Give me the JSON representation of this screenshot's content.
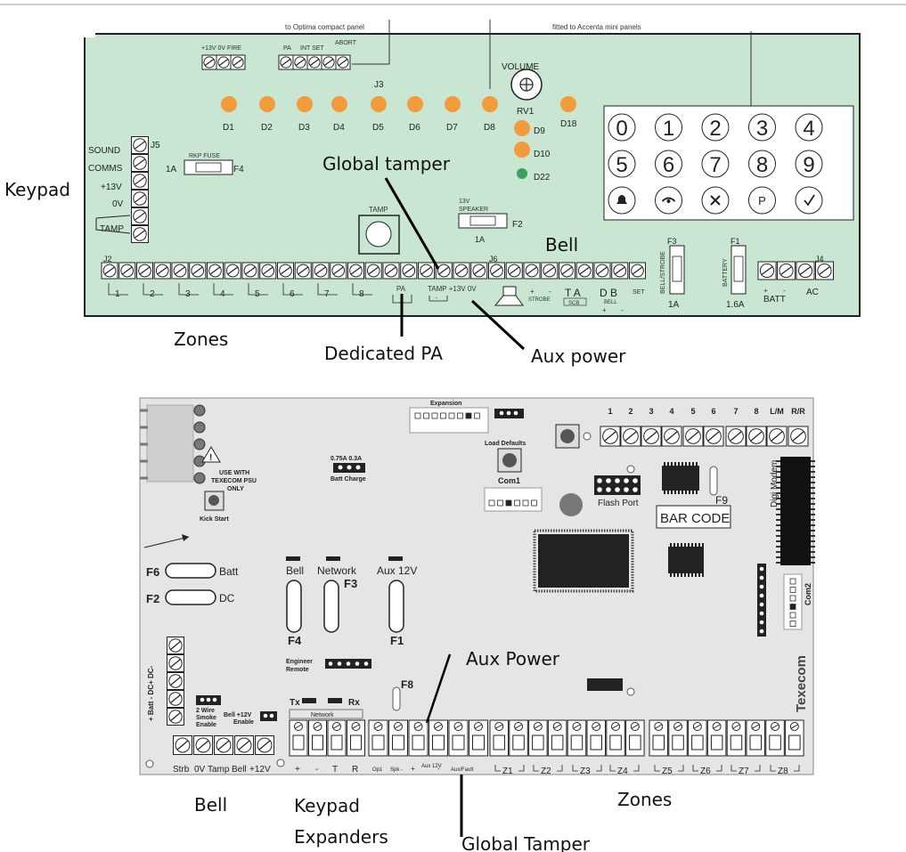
{
  "annotations": {
    "keypad_left": "Keypad",
    "global_tamper_top": "Global tamper",
    "bell_top": "Bell",
    "zones_top": "Zones",
    "dedicated_pa": "Dedicated PA",
    "aux_power_top": "Aux power",
    "aux_power_bottom": "Aux Power",
    "bell_bottom": "Bell",
    "keypad_bottom": "Keypad",
    "expanders_bottom": "Expanders",
    "zones_bottom": "Zones",
    "global_tamper_bottom": "Global Tamper"
  },
  "top_panel": {
    "note_left": "to Optima compact panel",
    "note_right": "fitted to Accenta mini panels",
    "term_a_label": "+13V 0V FIRE",
    "term_b_labels": [
      "PA",
      "INT SET",
      "ABORT"
    ],
    "j3": "J3",
    "volume": "VOLUME",
    "rv1": "RV1",
    "leds": [
      "D1",
      "D2",
      "D3",
      "D4",
      "D5",
      "D6",
      "D7",
      "D8"
    ],
    "d18": "D18",
    "d9": "D9",
    "d10": "D10",
    "d22": "D22",
    "j5_labels": [
      "SOUND",
      "COMMS",
      "+13V",
      "0V",
      "TAMP"
    ],
    "j5": "J5",
    "rkp_fuse": "RKP FUSE",
    "fuse_1a": "1A",
    "f4": "F4",
    "tamp": "TAMP",
    "speaker_13v": "13V",
    "speaker": "SPEAKER",
    "f2": "F2",
    "speaker_fuse": "1A",
    "keys": [
      "0",
      "1",
      "2",
      "3",
      "4",
      "5",
      "6",
      "7",
      "8",
      "9",
      "bell-icon",
      "phone-icon",
      "cancel-icon",
      "P",
      "check-icon"
    ],
    "f3": "F3",
    "f3_text": "BELL/STROBE",
    "f3_value": "1A",
    "f1": "F1",
    "f1_text": "BATTERY",
    "f1_value": "1.6A",
    "j2": "J2",
    "j6": "J6",
    "j4": "J4",
    "zone_numbers": [
      "1",
      "2",
      "3",
      "4",
      "5",
      "6",
      "7",
      "8"
    ],
    "pa": "PA",
    "tamp_bottom": "TAMP +13V 0V",
    "strobe": "STROBE",
    "plus": "+",
    "minus": "-",
    "ta": "T A",
    "scb": "SCB",
    "db": "D B",
    "bell_small": "BELL",
    "set": "SET",
    "batt": "BATT",
    "ac": "AC"
  },
  "bottom_panel": {
    "expansion": "Expansion",
    "load_defaults": "Load Defaults",
    "com1": "Com1",
    "use_with": "USE WITH",
    "texecom_psu": "TEXECOM PSU",
    "only": "ONLY",
    "kick_start": "Kick Start",
    "batt_charge_values": "0.75A 0.3A",
    "batt_charge": "Batt Charge",
    "f6": "F6",
    "batt": "Batt",
    "f2": "F2",
    "dc": "DC",
    "fuse_labels": [
      "Bell",
      "Network",
      "Aux 12V"
    ],
    "f3": "F3",
    "f4": "F4",
    "f1": "F1",
    "engineer_remote": "Engineer Remote",
    "f8": "F8",
    "tx": "Tx",
    "rx": "Rx",
    "network": "Network",
    "flash_port": "Flash Port",
    "bar_code": "BAR CODE",
    "f9": "F9",
    "digi_modem": "Digi Modem",
    "com2": "Com2",
    "texecom": "Texecom",
    "terminal_numbers": [
      "1",
      "2",
      "3",
      "4",
      "5",
      "6",
      "7",
      "8",
      "L/M",
      "R/R"
    ],
    "side_labels": "+ Batt - DC+ DC-",
    "two_wire": "2 Wire Smoke Enable",
    "bell_12v": "Bell +12V Enable",
    "bell_terms": [
      "Strb",
      "0V",
      "Tamp",
      "Bell",
      "+12V"
    ],
    "net_terms": [
      "+",
      "-",
      "T",
      "R"
    ],
    "op_terms": [
      "Op1",
      "Spk -",
      "+",
      "Aux 12V",
      "-",
      "Aux/Fault"
    ],
    "zones": [
      "Z1",
      "Z2",
      "Z3",
      "Z4",
      "Z5",
      "Z6",
      "Z7",
      "Z8"
    ]
  }
}
